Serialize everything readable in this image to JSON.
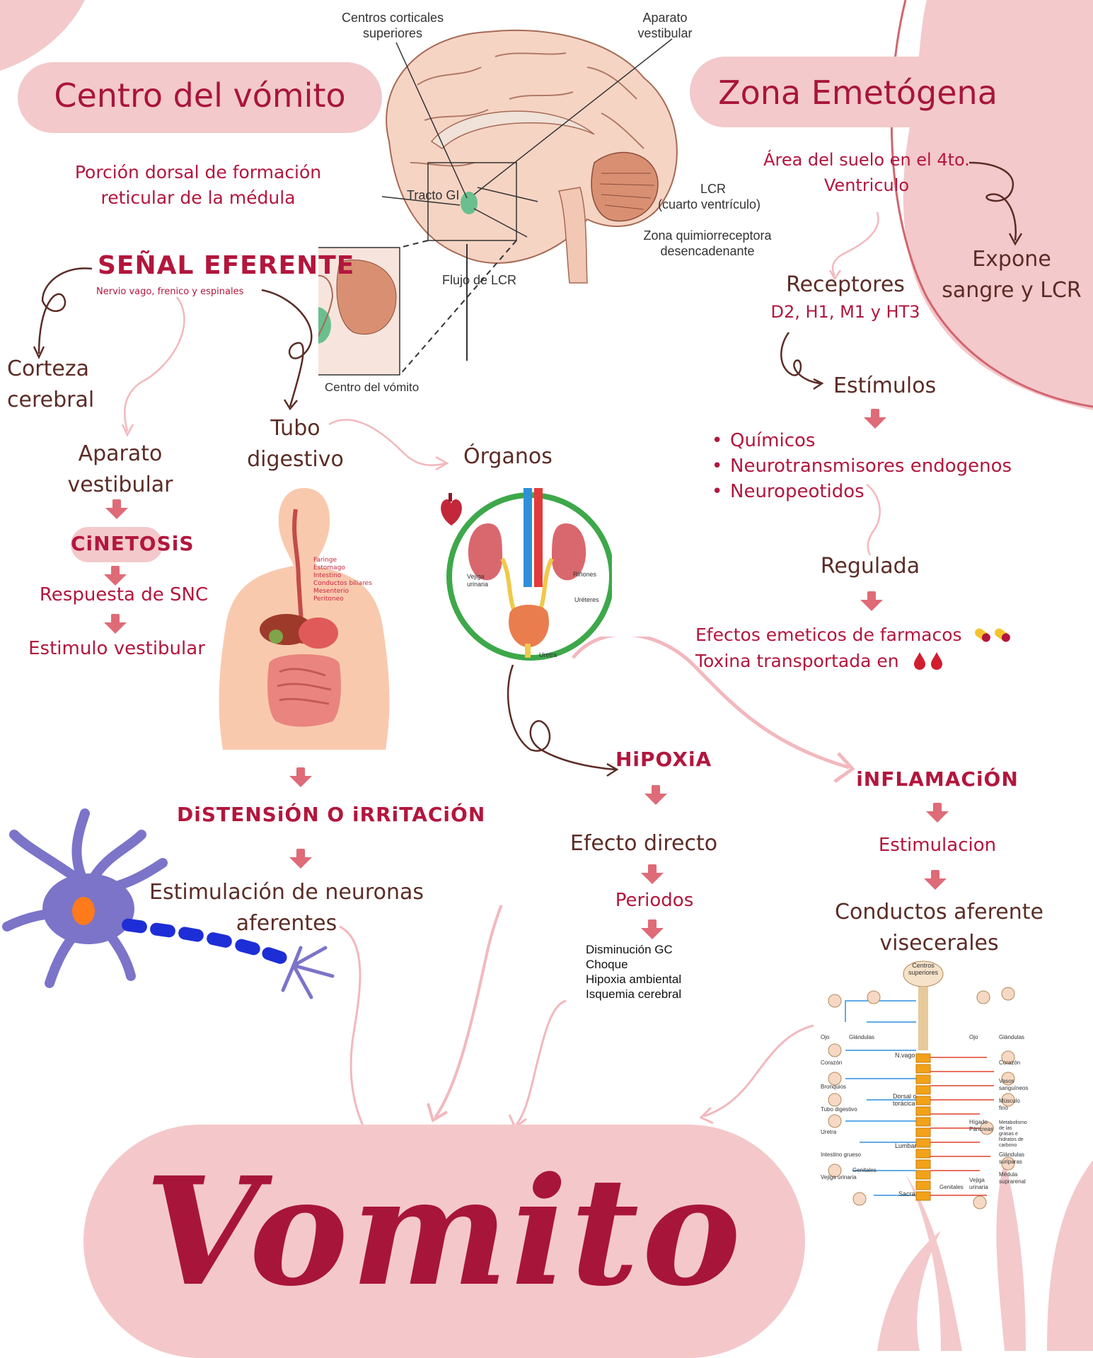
{
  "colors": {
    "pink": "#f3c9cb",
    "crimson": "#b3163d",
    "brown": "#5b2c26",
    "arrow": "#de6b77"
  },
  "left_title": "Centro del vómito",
  "right_title": "Zona Emetógena",
  "porcion_text": "Porción dorsal de formación reticular de la médula",
  "brain": {
    "label_centros": "Centros corticales superiores",
    "label_aparato": "Aparato vestibular",
    "label_tracto": "Tracto GI",
    "label_lcr": "LCR",
    "label_lcr_sub": "(cuarto ventrículo)",
    "label_zona": "Zona quimiorreceptora desencadenante",
    "label_flujo": "Flujo de LCR",
    "label_centro": "Centro del vómito"
  },
  "senal": {
    "title": "SEÑAL EFERENTE",
    "subtitle": "Nervio vago, frenico y espinales"
  },
  "corteza": "Corteza cerebral",
  "aparato_vestibular": "Aparato vestibular",
  "cinetosis": "CiNETOSiS",
  "respuesta_snc": "Respuesta de SNC",
  "estimulo_vestibular": "Estimulo vestibular",
  "tubo_digestivo": "Tubo digestivo",
  "tubo_labels": [
    "Faringe",
    "Estomago",
    "Intestino",
    "Conductos biliares",
    "Mesenterio",
    "Peritoneo"
  ],
  "organos": "Órganos",
  "kidney_labels": {
    "vejiga": "Vejiga urinaria",
    "rinones": "Riñones",
    "ureteres": "Uréteres",
    "uretra": "Uretra"
  },
  "distension": "DiSTENSiÓN O iRRiTACiÓN",
  "estimulacion_neuronas": "Estimulación de neuronas aferentes",
  "hipoxia": "HiPOXiA",
  "efecto_directo": "Efecto directo",
  "periodos": "Periodos",
  "periodos_list": [
    "Disminución GC",
    "Choque",
    "Hipoxia ambiental",
    "Isquemia cerebral"
  ],
  "inflamacion": "iNFLAMACiÓN",
  "estimulacion": "Estimulacion",
  "conductos": "Conductos aferente visecerales",
  "area_suelo": "Área del suelo en el 4to. Ventriculo",
  "expone": "Expone sangre y LCR",
  "receptores": "Receptores",
  "receptores_list": "D2, H1, M1 y HT3",
  "estimulos": "Estímulos",
  "estimulos_list": [
    "Químicos",
    "Neurotransmisores endogenos",
    "Neuropeotidos"
  ],
  "regulada": "Regulada",
  "efectos": "Efectos emeticos de farmacos",
  "toxina": "Toxina transportada en",
  "vomito": "Vomito",
  "spine_labels": {
    "centros_superiores": "Centros superiores",
    "n_vago": "N.vago",
    "dorsal": "Dorsal o torácica",
    "lumbar": "Lumbar",
    "sacra": "Sacra",
    "left_items": [
      "Ojo",
      "Glándulas",
      "Corazón",
      "Bronquios",
      "Tubo digestivo",
      "Uretra",
      "Intestino grueso",
      "Vejiga urinaria",
      "Genitales"
    ],
    "right_items": [
      "Ojo",
      "Glándulas",
      "Corazón",
      "Vasos sanguíneos",
      "Músculo fino",
      "Hígado Páncreas",
      "Metabolismo de las grasas e hidratos de carbono",
      "Glándulas suriparas",
      "Médula suprarenal",
      "Vejiga urinaria",
      "Genitales"
    ]
  }
}
